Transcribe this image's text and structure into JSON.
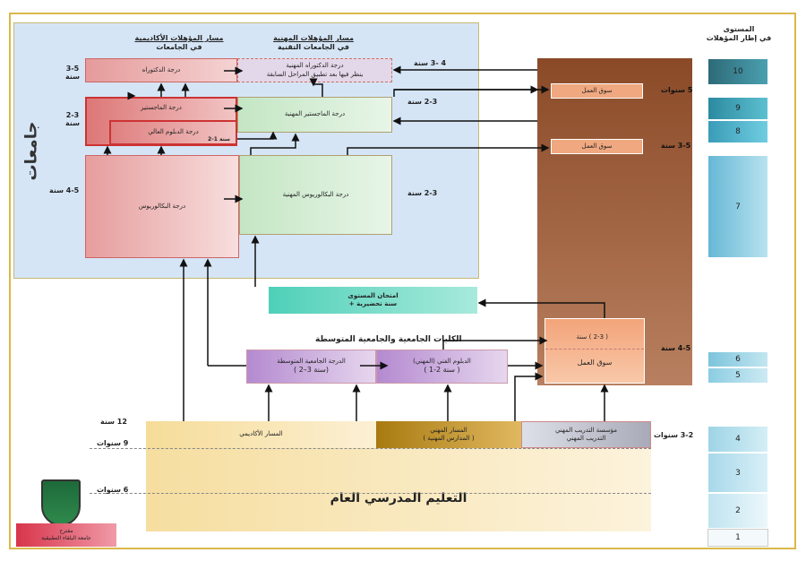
{
  "universities": {
    "side_label": "جامعات",
    "academic_header": [
      "مسار المؤهلات الأكاديمية",
      "في الجامعات"
    ],
    "vocational_header": [
      "مسار المؤهلات المهنية",
      "في الجامعات التقنية"
    ],
    "doctorate": "درجة الدكتوراه",
    "pro_doctorate": [
      "درجة الدكتوراه المهنية",
      "ينظر فيها بعد تطبيق المراحل السابقة"
    ],
    "master": "درجة الماجستير",
    "higher_diploma": "درجة الدبلوم العالي",
    "higher_diploma_years": "سنة 1-2",
    "pro_master": "درجة الماجستير المهنية",
    "bachelor": "درجة البكالوريوس",
    "pro_bachelor": "درجة البكالوريوس المهنية",
    "left_years": [
      "3-5 سنة",
      "2-3 سنة",
      "4-5 سنة"
    ],
    "right_years": [
      "4 -3 سنة",
      "2-3 سنة",
      "2-3 سنة"
    ]
  },
  "labor_market": {
    "label": "سوق العمل",
    "years": [
      "5 سنوات",
      "3-5 سنة",
      "4-5 سنة"
    ],
    "bottom_years": "( 2-3 ) سنة"
  },
  "level_exam": [
    "امتحان المستوى",
    "+ سنة تحضيرية"
  ],
  "colleges": {
    "title": "الكليات الجامعية والجامعية المتوسطة",
    "intermediate_degree": "الدرجة الجامعية المتوسطة",
    "intermediate_years": "( 2–3 سنة)",
    "technical_diploma": "الدبلوم الفني (المهني)",
    "technical_years": "( 1-2 سنة )"
  },
  "school": {
    "academic_track": "المسار الأكاديمي",
    "vocational_track": [
      "المسار المهني",
      "( المدارس المهنية )"
    ],
    "vocational_training": [
      "مؤسسة التدريب المهني",
      "التدريب المهني"
    ],
    "training_years": "3-2 سنوات",
    "general": "التعليم المدرسي العام",
    "years": [
      "12 سنة",
      "9 سنوات",
      "6 سنوات"
    ]
  },
  "levels": {
    "header": [
      "المستوى",
      "في إطار المؤهلات"
    ],
    "values": [
      "10",
      "9",
      "8",
      "7",
      "6",
      "5",
      "4",
      "3",
      "2",
      "1"
    ]
  },
  "proposal": [
    "مقترح",
    "جامعة البلقاء التطبيقية"
  ]
}
